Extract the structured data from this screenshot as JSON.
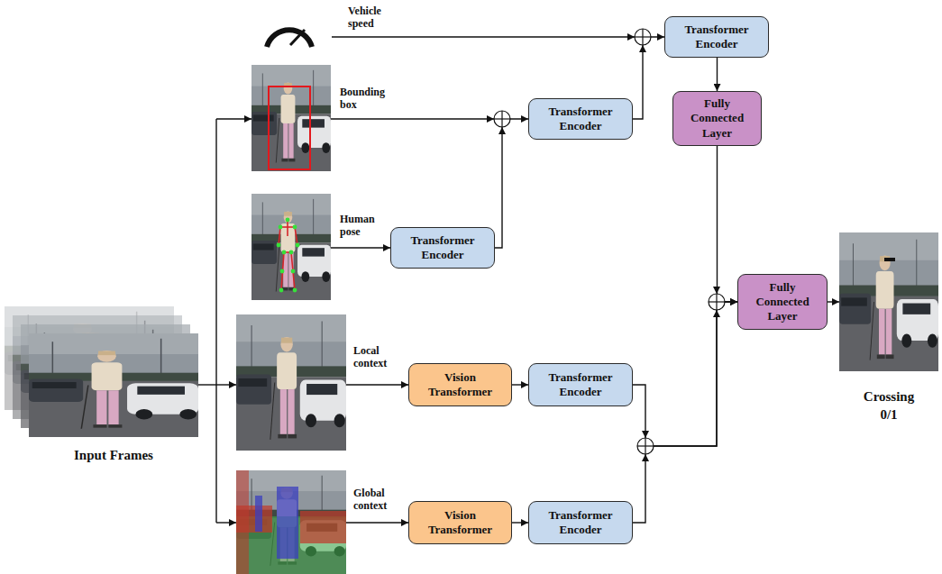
{
  "diagram": {
    "nodes": [
      {
        "text": [
          "Input Frames"
        ]
      },
      {
        "text": [
          "Transformer Encoder"
        ]
      },
      {
        "text": [
          "Transformer Encoder"
        ]
      },
      {
        "text": [
          "Fully Connected Layer"
        ]
      },
      {
        "text": [
          "Transformer Encoder"
        ]
      },
      {
        "text": [
          "Fully Connected Layer"
        ]
      },
      {
        "text": [
          "Crossing 0/1"
        ]
      },
      {
        "text": [
          "Vision Transformer"
        ]
      },
      {
        "text": [
          "Transformer Encoder"
        ]
      },
      {
        "text": [
          "Vision Transformer"
        ]
      },
      {
        "text": [
          "Transformer Encoder"
        ]
      }
    ],
    "edges": [
      {
        "from": 4,
        "to": 2,
        "arrow": "to"
      },
      {
        "from": 2,
        "to": 1,
        "arrow": "to"
      },
      {
        "from": 1,
        "to": 3,
        "arrow": "to"
      },
      {
        "from": 3,
        "to": 5,
        "arrow": "to"
      },
      {
        "from": 7,
        "to": 8,
        "arrow": "to"
      },
      {
        "from": 9,
        "to": 10,
        "arrow": "to"
      },
      {
        "from": 8,
        "to": 5,
        "arrow": "to"
      },
      {
        "from": 10,
        "to": 5,
        "arrow": "to"
      },
      {
        "from": 5,
        "to": 6,
        "arrow": "to"
      }
    ],
    "labels": [
      "Vehicle speed",
      "Bounding box",
      "Human pose",
      "Local context",
      "Global context"
    ]
  }
}
